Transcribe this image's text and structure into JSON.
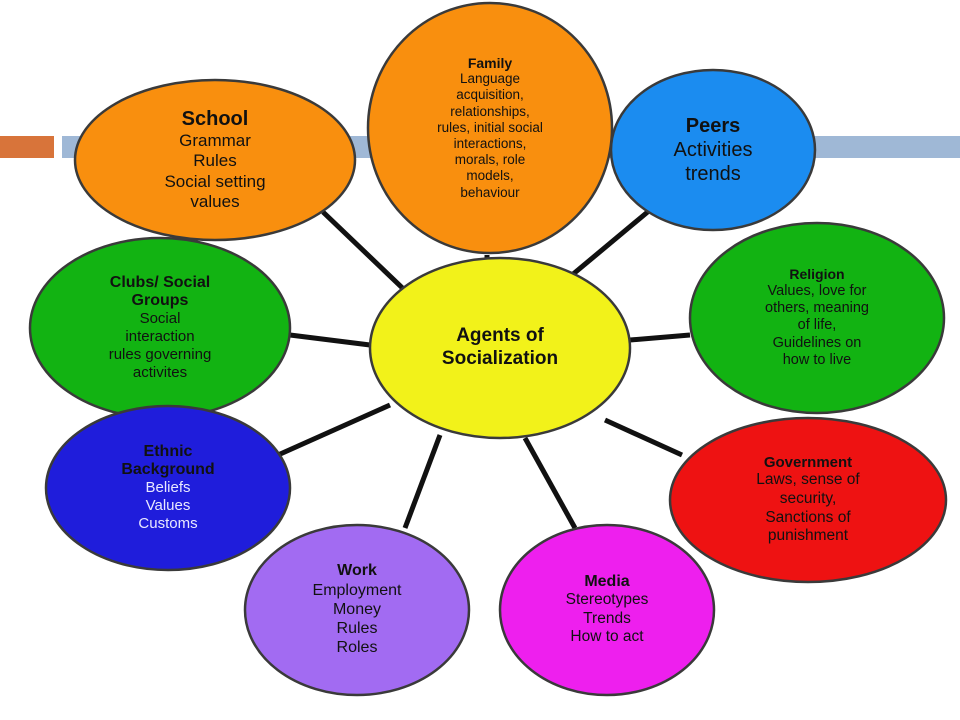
{
  "diagram": {
    "center": {
      "label": "Agents of\nSocialization",
      "fill": "#f2f21a"
    },
    "nodes": [
      {
        "id": "school",
        "title": "School",
        "body": "Grammar\nRules\nSocial setting\nvalues",
        "fill": "#f98f0e"
      },
      {
        "id": "family",
        "title": "Family",
        "body": "Language\nacquisition,\nrelationships,\nrules, initial social\ninteractions,\nmorals, role\nmodels,\nbehaviour",
        "fill": "#f98f0e"
      },
      {
        "id": "peers",
        "title": "Peers",
        "body": "Activities\ntrends",
        "fill": "#1b8cf0"
      },
      {
        "id": "clubs",
        "title": "Clubs/ Social\nGroups",
        "body": "Social\ninteraction\nrules governing\nactivites",
        "fill": "#12b312"
      },
      {
        "id": "religion",
        "title": "Religion",
        "body": "Values, love for\nothers, meaning\nof life,\nGuidelines on\nhow to live",
        "fill": "#12b312"
      },
      {
        "id": "ethnic",
        "title": "Ethnic\nBackground",
        "body": "Beliefs\nValues\nCustoms",
        "fill": "#1f1ddb"
      },
      {
        "id": "government",
        "title": "Government",
        "body": "Laws, sense of\nsecurity,\nSanctions of\npunishment",
        "fill": "#ee1212"
      },
      {
        "id": "work",
        "title": "Work",
        "body": "Employment\nMoney\nRules\nRoles",
        "fill": "#a26bf2"
      },
      {
        "id": "media",
        "title": "Media",
        "body": "Stereotypes\nTrends\nHow to act",
        "fill": "#ee1fee"
      }
    ]
  }
}
